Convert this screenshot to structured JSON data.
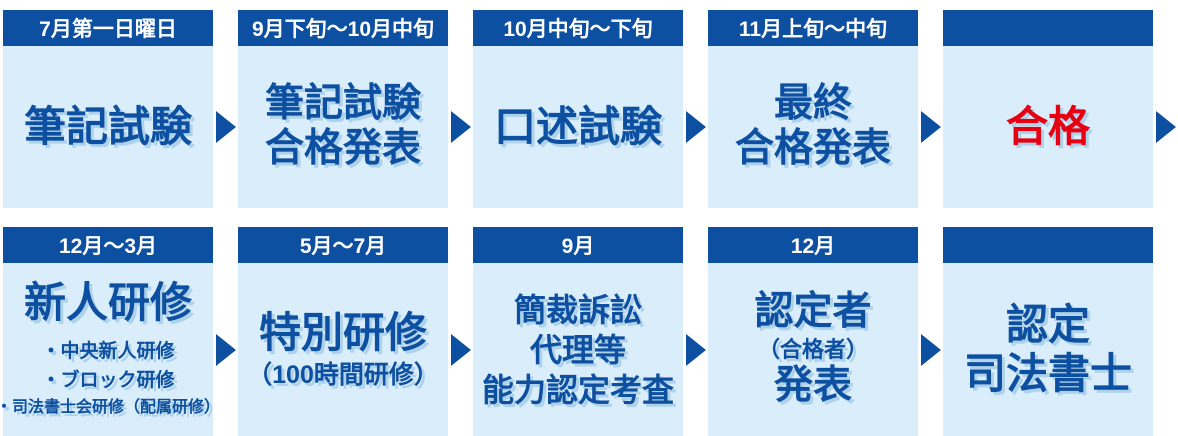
{
  "colors": {
    "primary_blue": "#0d4fa0",
    "light_blue_bg": "#d9edfa",
    "highlight_red": "#e60012",
    "header_text": "#ffffff",
    "text_shadow": "#aed2ea"
  },
  "flow": {
    "row1": [
      {
        "header": "7月第一日曜日",
        "title": "筆記試験"
      },
      {
        "header": "9月下旬～10月中旬",
        "title": "筆記試験",
        "title2": "合格発表"
      },
      {
        "header": "10月中旬～下旬",
        "title": "口述試験"
      },
      {
        "header": "11月上旬～中旬",
        "title": "最終",
        "title2": "合格発表"
      },
      {
        "header": "",
        "title": "合格"
      }
    ],
    "row2": [
      {
        "header": "12月～3月",
        "title": "新人研修",
        "bullets": [
          "・中央新人研修",
          "・ブロック研修",
          "・司法書士会研修（配属研修）"
        ]
      },
      {
        "header": "5月～7月",
        "title": "特別研修",
        "subtitle": "（100時間研修）"
      },
      {
        "header": "9月",
        "title": "簡裁訴訟",
        "title2": "代理等",
        "title3": "能力認定考査"
      },
      {
        "header": "12月",
        "title": "認定者",
        "subtitle": "（合格者）",
        "title2": "発表"
      },
      {
        "header": "",
        "title": "認定",
        "title2": "司法書士"
      }
    ]
  }
}
